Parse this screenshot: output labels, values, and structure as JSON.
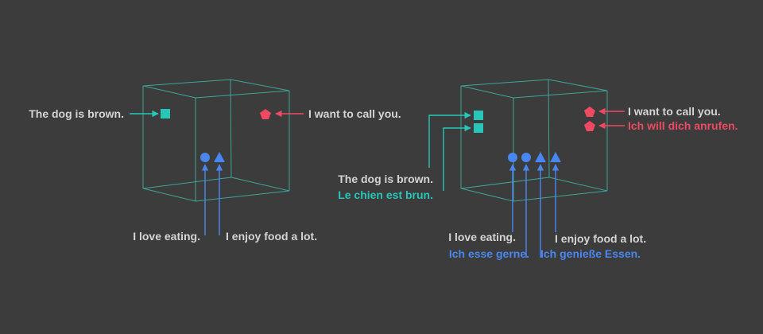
{
  "colors": {
    "background": "#3c3c3c",
    "cube_edge": "#3fb6a8",
    "teal": "#27c6b8",
    "red": "#ef4a62",
    "blue": "#4a86f2",
    "text_light": "#d4d4d4"
  },
  "left_diagram": {
    "dog_label": "The dog is brown.",
    "call_label": "I want to call you.",
    "eating_label": "I love eating.",
    "food_label": "I enjoy food a lot."
  },
  "right_diagram": {
    "dog_label_en": "The dog is brown.",
    "dog_label_fr": "Le chien est brun.",
    "call_label_en": "I want to call you.",
    "call_label_de": "Ich will dich anrufen.",
    "eating_label_en": "I love eating.",
    "eating_label_de": "Ich esse gerne.",
    "food_label_en": "I enjoy food a lot.",
    "food_label_de": "Ich genieße Essen."
  },
  "shapes": {
    "square": "square-marker",
    "pentagon": "pentagon-marker",
    "circle": "circle-marker",
    "triangle": "triangle-marker"
  }
}
